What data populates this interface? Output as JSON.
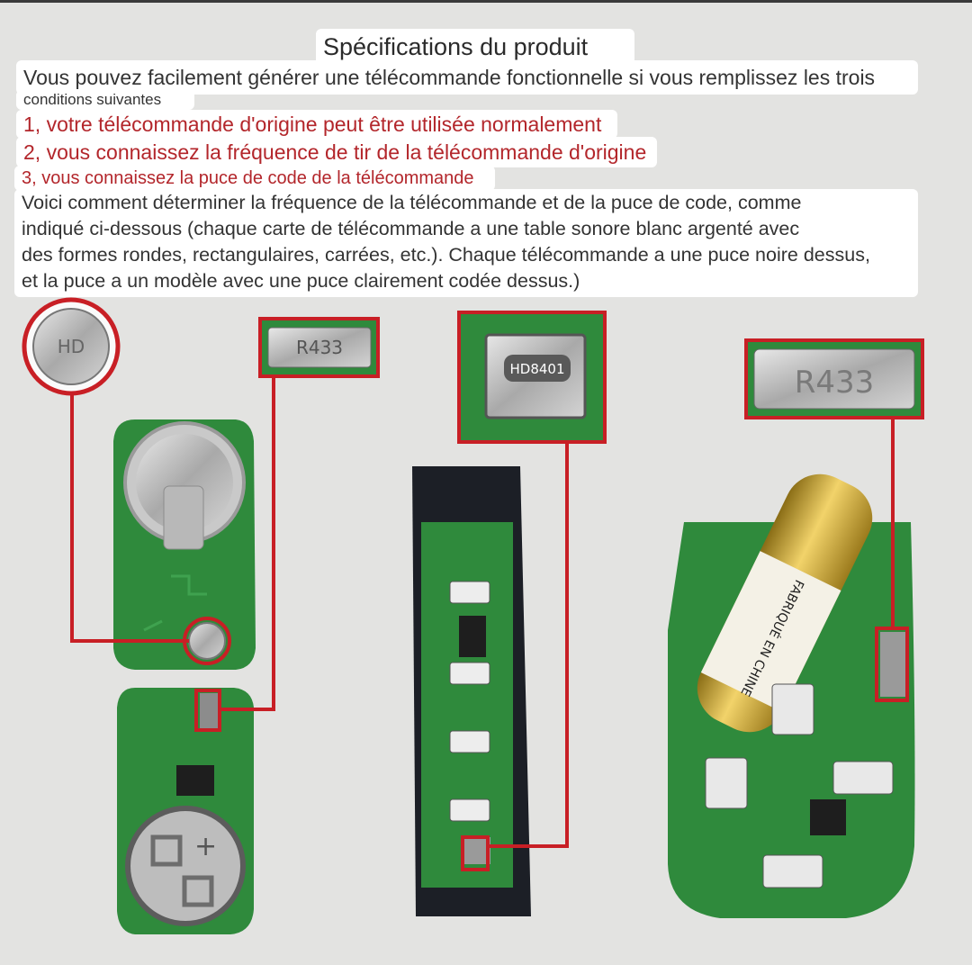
{
  "title": "Spécifications du produit",
  "intro": {
    "line1": "Vous pouvez facilement générer une télécommande fonctionnelle si vous remplissez les trois",
    "line2": "conditions suivantes"
  },
  "conditions": [
    "1, votre télécommande d'origine peut être utilisée normalement",
    "2, vous connaissez la fréquence de tir de la télécommande d'origine",
    "3, vous connaissez la puce de code de la télécommande"
  ],
  "explanation": [
    "Voici comment déterminer la fréquence de la télécommande et de la puce de code, comme",
    "indiqué ci-dessous (chaque carte de télécommande a une table sonore blanc argenté avec",
    "des formes rondes, rectangulaires, carrées, etc.). Chaque télécommande a une puce noire dessus,",
    "et la puce a un modèle avec une puce clairement codée dessus.)"
  ],
  "labels": {
    "round_resonator": "HD",
    "rect_resonator_1": "R433",
    "square_chip": "HD8401",
    "rect_resonator_2": "R433",
    "battery_text": "FABRIQUÉ EN CHINE"
  },
  "colors": {
    "pcb_green": "#2f8a3c",
    "highlight_red": "#c81f25",
    "background": "#e3e3e1"
  }
}
